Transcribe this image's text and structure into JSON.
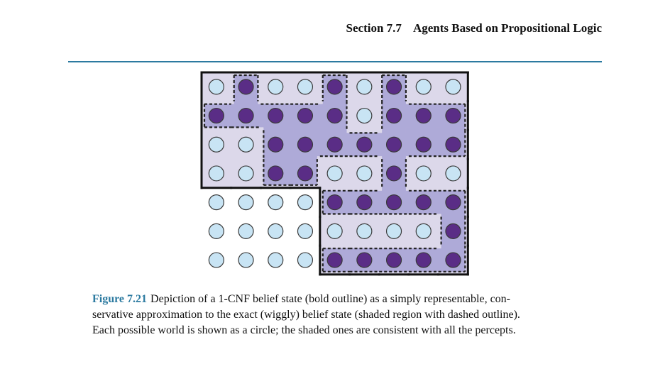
{
  "header": {
    "section": "Section 7.7",
    "title": "Agents Based on Propositional Logic"
  },
  "colors": {
    "rule": "#2c7aa0",
    "figure_label": "#2c7aa0",
    "light_region": "#dcd8ea",
    "dark_region": "#aeaad8",
    "shaded_world": "#5a2d86",
    "unshaded_world": "#c8e4f4"
  },
  "figure": {
    "grid": {
      "columns": 9,
      "rows": 7,
      "shaded": [
        [
          0,
          1,
          0,
          0,
          1,
          0,
          1,
          0,
          0
        ],
        [
          1,
          1,
          1,
          1,
          1,
          0,
          1,
          1,
          1
        ],
        [
          0,
          0,
          1,
          1,
          1,
          1,
          1,
          1,
          1
        ],
        [
          0,
          0,
          1,
          1,
          0,
          0,
          1,
          0,
          0
        ],
        [
          0,
          0,
          0,
          0,
          1,
          1,
          1,
          1,
          1
        ],
        [
          0,
          0,
          0,
          0,
          0,
          0,
          0,
          0,
          1
        ],
        [
          0,
          0,
          0,
          0,
          1,
          1,
          1,
          1,
          1
        ]
      ],
      "in_1cnf_outline": [
        [
          1,
          1,
          1,
          1,
          1,
          1,
          1,
          1,
          1
        ],
        [
          1,
          1,
          1,
          1,
          1,
          1,
          1,
          1,
          1
        ],
        [
          1,
          1,
          1,
          1,
          1,
          1,
          1,
          1,
          1
        ],
        [
          1,
          1,
          1,
          1,
          1,
          1,
          1,
          1,
          1
        ],
        [
          0,
          0,
          0,
          0,
          1,
          1,
          1,
          1,
          1
        ],
        [
          0,
          0,
          0,
          0,
          1,
          1,
          1,
          1,
          1
        ],
        [
          0,
          0,
          0,
          0,
          1,
          1,
          1,
          1,
          1
        ]
      ]
    }
  },
  "caption": {
    "label": "Figure 7.21",
    "lines": [
      "Depiction of a 1-CNF belief state (bold outline) as a simply representable, con-",
      "servative approximation to the exact (wiggly) belief state (shaded region with dashed outline).",
      "Each possible world is shown as a circle; the shaded ones are consistent with all the percepts."
    ]
  }
}
